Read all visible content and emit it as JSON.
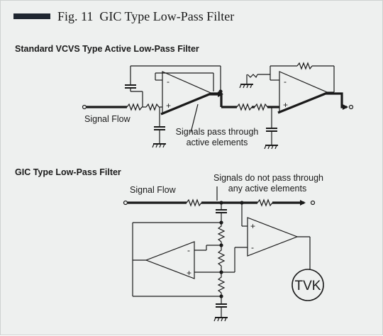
{
  "figure": {
    "number": "Fig. 11",
    "title": "GIC Type Low-Pass Filter"
  },
  "section_vcvs": {
    "title": "Standard VCVS Type Active Low-Pass Filter",
    "signal_flow_label": "Signal Flow",
    "note_line1": "Signals pass through",
    "note_line2": "active elements"
  },
  "section_gic": {
    "title": "GIC Type Low-Pass Filter",
    "signal_flow_label": "Signal Flow",
    "note_line1": "Signals do not pass through",
    "note_line2": "any active elements",
    "tvk_label": "TVK"
  },
  "opamp_minus": "-",
  "opamp_plus": "+",
  "colors": {
    "background": "#eef0ef",
    "ink": "#1a1a1a",
    "title_bar": "#1f2630"
  }
}
